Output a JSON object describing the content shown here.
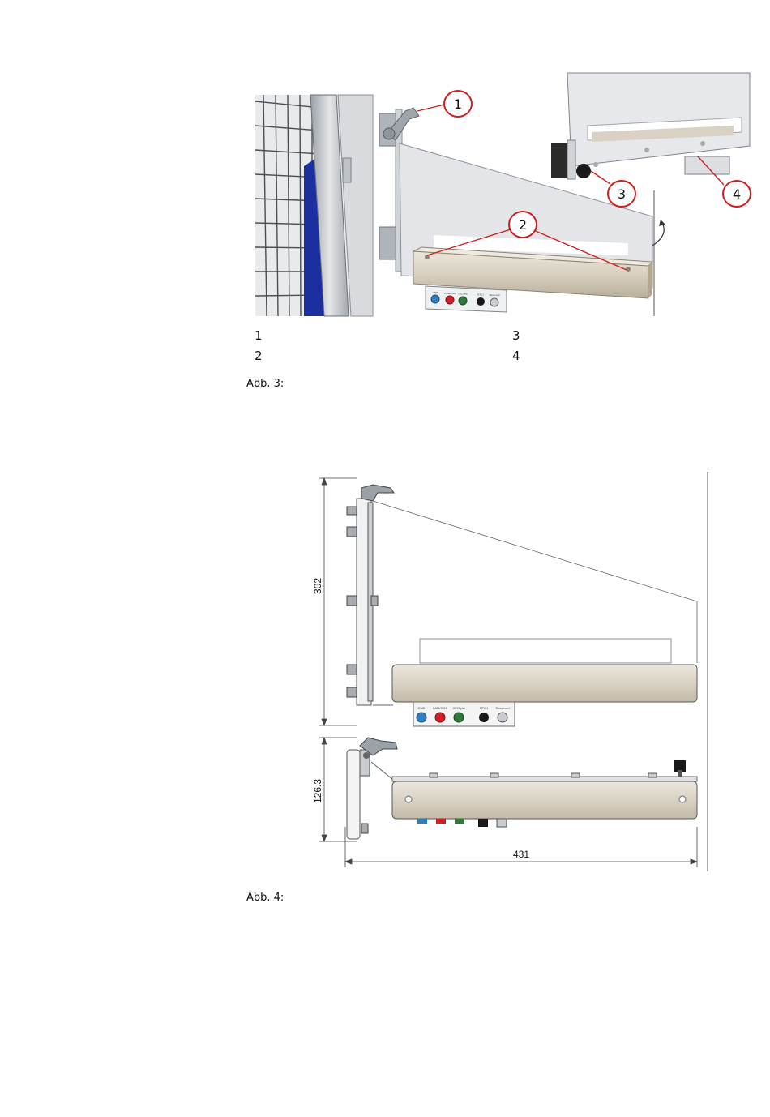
{
  "figure1": {
    "callouts": [
      "1",
      "2",
      "3",
      "4"
    ],
    "legend": {
      "left": [
        "1",
        "2"
      ],
      "right": [
        "3",
        "4"
      ]
    },
    "caption": "Abb. 3:",
    "panel_labels": [
      "GND",
      "KAM/CGS",
      "CEO/pla",
      "NTC1",
      "Reserved"
    ]
  },
  "figure2": {
    "dim_height_front": "302",
    "dim_height_top": "126.3",
    "dim_width": "431",
    "panel_labels": [
      "GND",
      "KAM/CGS",
      "CEO/pla",
      "NTC1",
      "Reserved"
    ],
    "caption": "Abb. 4:"
  },
  "colors": {
    "callout_red": "#cc1f1f",
    "bar_beige": "#d9d2c4",
    "plate_grey": "#e6e7e9",
    "mesh_blue": "#1c2f9e",
    "jack_blue": "#2f7fc1",
    "jack_red": "#d11f2a",
    "jack_green": "#2f7a3a",
    "jack_black": "#1a1a1a"
  }
}
